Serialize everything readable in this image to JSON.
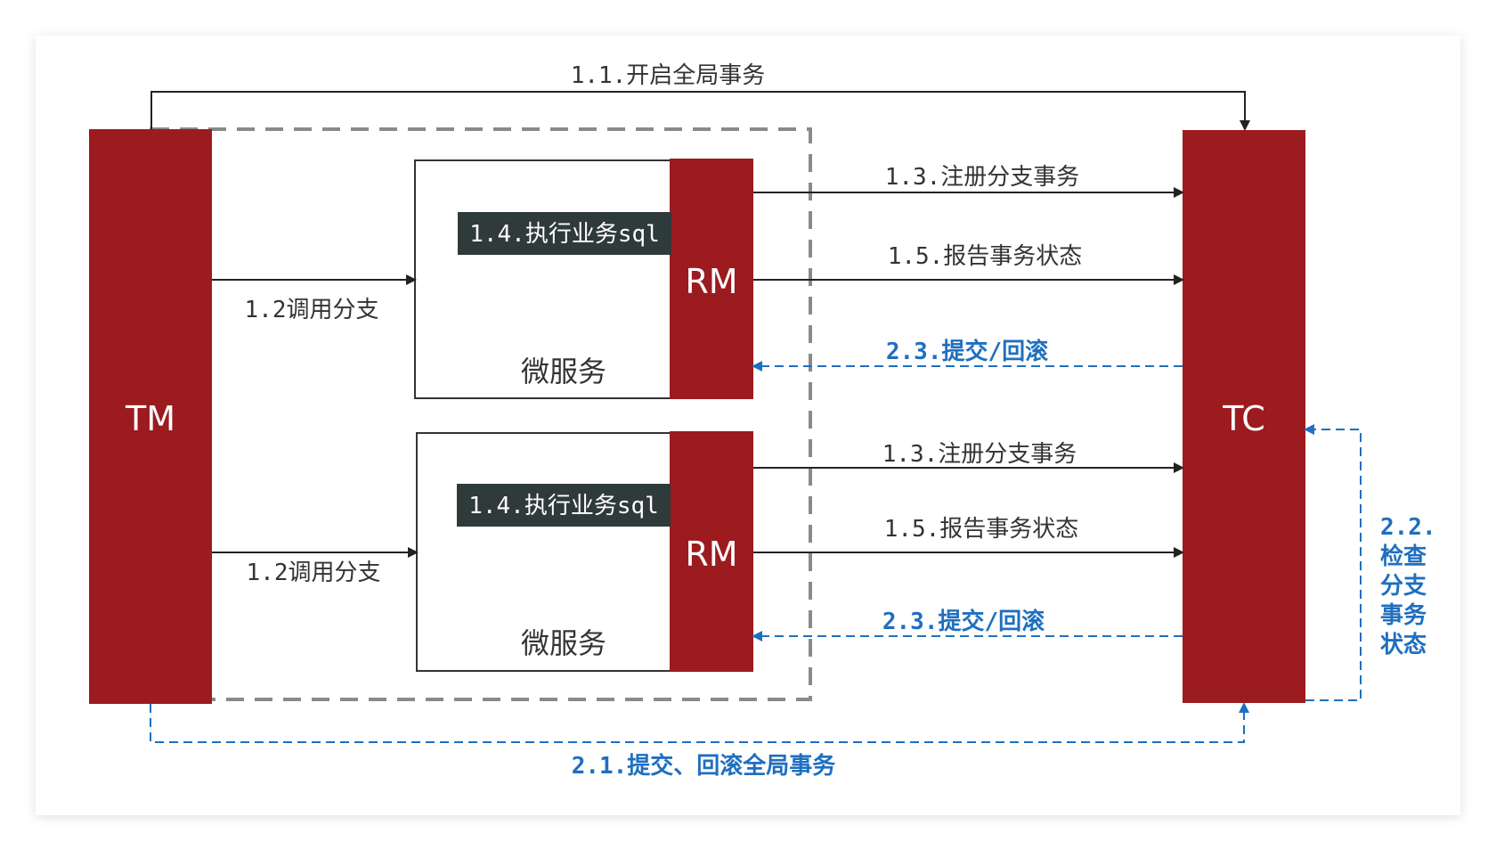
{
  "colors": {
    "block": "#9b1b1f",
    "blue": "#1f6fbf",
    "arrow": "#222222",
    "dashed_group": "#8a8a8a",
    "sql_bg": "#2f3a3a"
  },
  "nodes": {
    "tm": "TM",
    "tc": "TC",
    "services": [
      {
        "rm": "RM",
        "name": "微服务",
        "sql": "1.4.执行业务sql"
      },
      {
        "rm": "RM",
        "name": "微服务",
        "sql": "1.4.执行业务sql"
      }
    ]
  },
  "edges": {
    "begin_global": "1.1.开启全局事务",
    "call_branch": [
      "1.2调用分支",
      "1.2调用分支"
    ],
    "register_branch": [
      "1.3.注册分支事务",
      "1.3.注册分支事务"
    ],
    "report_status": [
      "1.5.报告事务状态",
      "1.5.报告事务状态"
    ],
    "commit_rollback": [
      "2.3.提交/回滚",
      "2.3.提交/回滚"
    ],
    "global_commit": "2.1.提交、回滚全局事务",
    "check_status_lines": [
      "2.2.",
      "检查",
      "分支",
      "事务",
      "状态"
    ]
  }
}
